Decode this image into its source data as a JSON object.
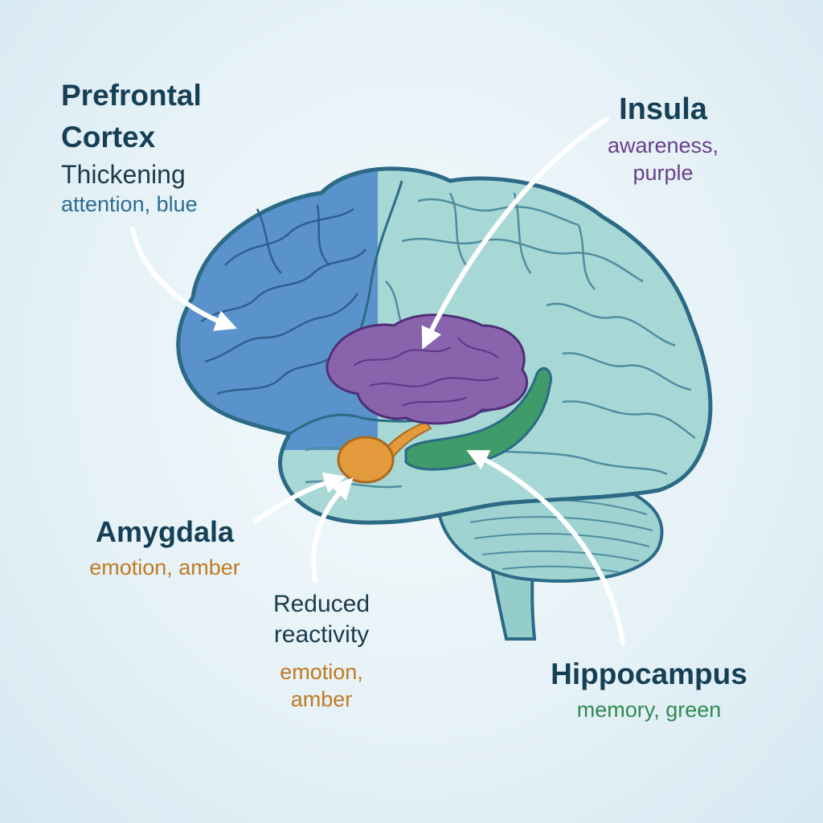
{
  "labels": {
    "prefrontal": {
      "title_line1": "Prefrontal",
      "title_line2": "Cortex",
      "subtitle": "Thickening",
      "desc": "attention, blue"
    },
    "insula": {
      "title": "Insula",
      "desc_line1": "awareness,",
      "desc_line2": "purple"
    },
    "amygdala": {
      "title": "Amygdala",
      "desc": "emotion, amber"
    },
    "reduced": {
      "title_line1": "Reduced",
      "title_line2": "reactivity",
      "desc_line1": "emotion,",
      "desc_line2": "amber"
    },
    "hippocampus": {
      "title": "Hippocampus",
      "desc": "memory, green"
    }
  },
  "colors": {
    "prefrontal": "#5a93cc",
    "insula": "#8a63ad",
    "amygdala": "#e39a3c",
    "hippocampus": "#3f9b6a",
    "brain": "#a8d8d6",
    "outline": "#2c6a86",
    "title_text": "#163f56",
    "desc_blue": "#2d6b92",
    "desc_purple": "#6a3f8c",
    "desc_amber": "#c07a22",
    "desc_green": "#2f8a52"
  }
}
